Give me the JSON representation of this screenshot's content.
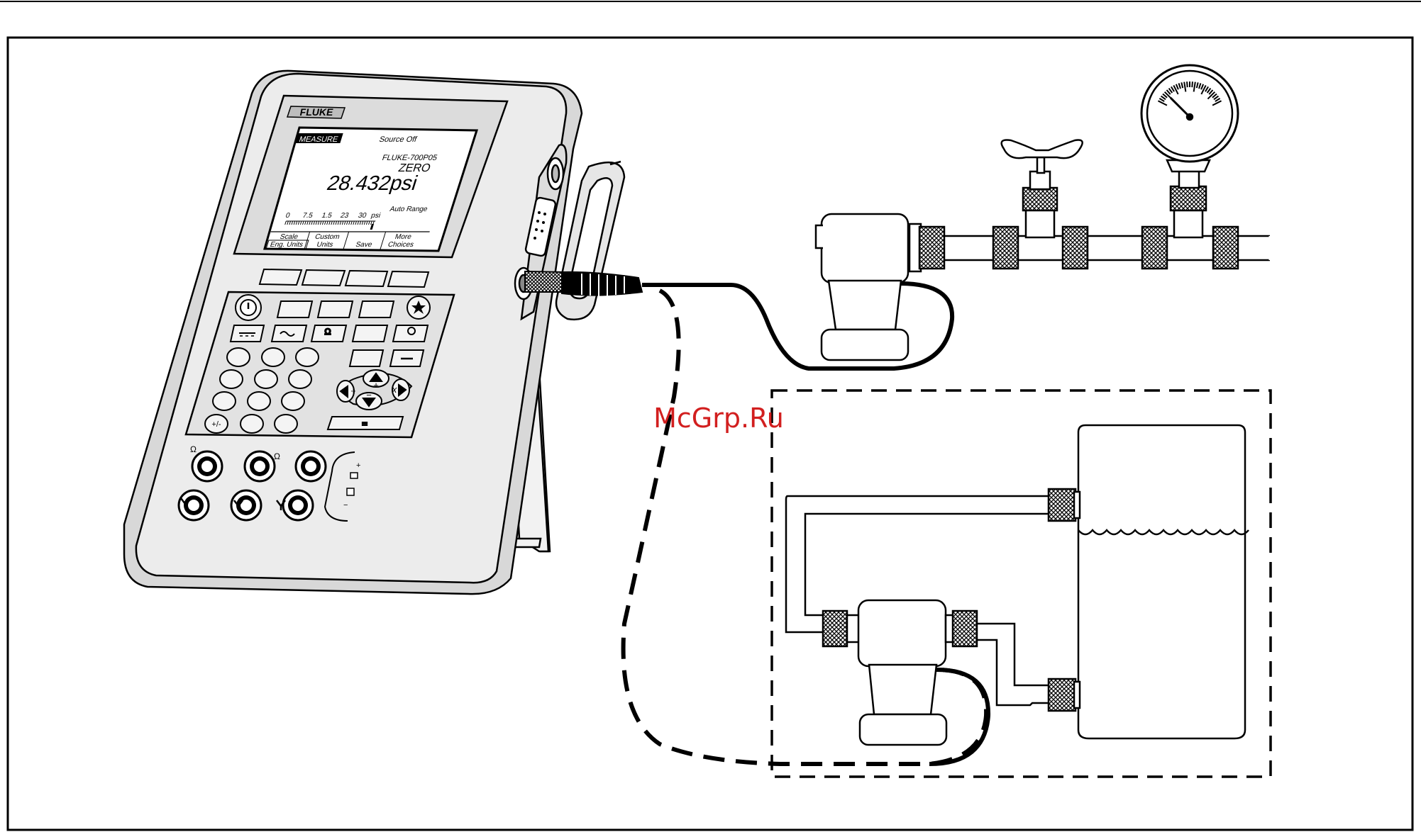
{
  "figure": {
    "description_none": "",
    "watermark": "McGrp.Ru",
    "colors": {
      "ink": "#000000",
      "device_body": "#e4e4e4",
      "screen": "#ffffff",
      "watermark": "#d21f1f"
    }
  },
  "calibrator": {
    "brand": "FLUKE",
    "display": {
      "mode_badge": "MEASURE",
      "source_status": "Source Off",
      "module_id": "FLUKE-700P05",
      "zero_label": "ZERO",
      "reading": "28.432psi",
      "range_label": "Auto Range",
      "bar_ticks": [
        "0",
        "7.5",
        "1.5",
        "23",
        "30",
        "psi"
      ],
      "softkeys": [
        {
          "line1": "Scale",
          "line2": "Eng. Units"
        },
        {
          "line1": "Custom",
          "line2": "Units"
        },
        {
          "line1": "",
          "line2": "Save"
        },
        {
          "line1": "More",
          "line2": "Choices"
        }
      ]
    },
    "keypad": {
      "plus_minus_key": "+/-",
      "enter_key": "=",
      "arrow_labels": [
        "+",
        "−",
        "÷",
        "x"
      ],
      "icons": [
        "power-icon",
        "backlight-icon",
        "dc-icon",
        "ac-icon",
        "ohm-icon",
        "thermocouple-icon",
        "contrast-plus-icon",
        "contrast-minus-icon"
      ]
    },
    "jacks": {
      "ohm_labels": [
        "Ω",
        "Ω"
      ],
      "polarity": [
        "+",
        "−"
      ]
    }
  }
}
